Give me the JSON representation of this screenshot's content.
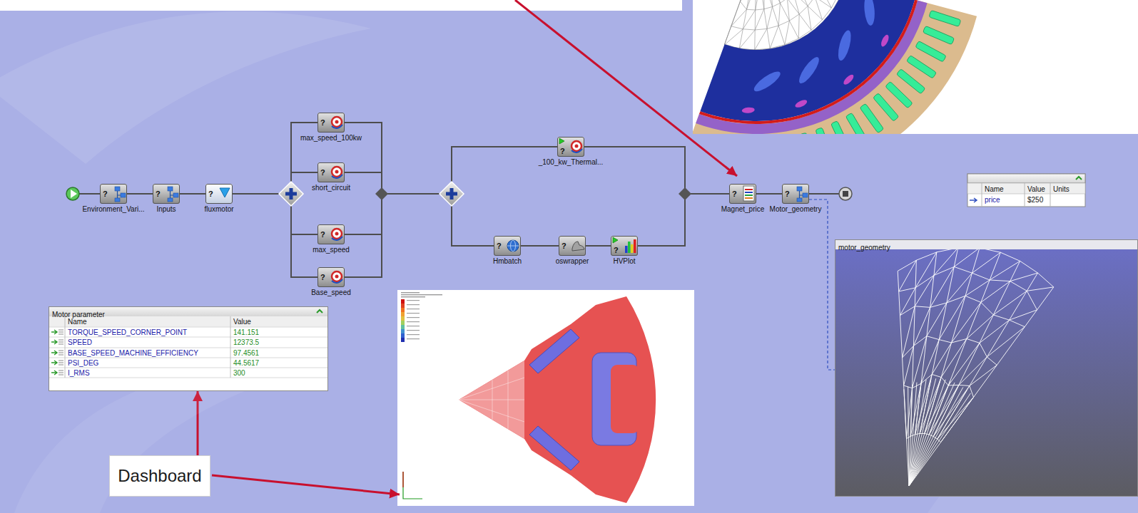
{
  "diagram": {
    "nodes": [
      {
        "text": [
          "?",
          "Environment_Vari..."
        ]
      },
      {
        "text": [
          "?",
          "Inputs"
        ]
      },
      {
        "text": [
          "?",
          "fluxmotor"
        ]
      },
      {
        "text": [
          "?",
          "max_speed_100kw"
        ]
      },
      {
        "text": [
          "?",
          "short_circuit"
        ]
      },
      {
        "text": [
          "?",
          "max_speed"
        ]
      },
      {
        "text": [
          "?",
          "Base_speed"
        ]
      },
      {
        "text": [
          "?",
          "_100_kw_Thermal..."
        ]
      },
      {
        "text": [
          "?",
          "Hmbatch"
        ]
      },
      {
        "text": [
          "?",
          "oswrapper"
        ]
      },
      {
        "text": [
          "?",
          "HVPlot"
        ]
      },
      {
        "text": [
          "?",
          "Magnet_price"
        ]
      },
      {
        "text": [
          "?",
          "Motor_geometry"
        ]
      },
      {
        "text": [
          "Motor parameter"
        ]
      },
      {
        "text": [
          "motor_geometry"
        ]
      },
      {
        "text": [
          "Dashboard"
        ]
      }
    ],
    "edges": [
      {
        "from": 0,
        "to": 1,
        "arrow": "none"
      },
      {
        "from": 1,
        "to": 2,
        "arrow": "none"
      },
      {
        "from": 2,
        "to": 3,
        "arrow": "none"
      },
      {
        "from": 2,
        "to": 4,
        "arrow": "none"
      },
      {
        "from": 2,
        "to": 5,
        "arrow": "none"
      },
      {
        "from": 2,
        "to": 6,
        "arrow": "none"
      },
      {
        "from": 3,
        "to": 7,
        "arrow": "none"
      },
      {
        "from": 4,
        "to": 7,
        "arrow": "none"
      },
      {
        "from": 5,
        "to": 7,
        "arrow": "none"
      },
      {
        "from": 6,
        "to": 7,
        "arrow": "none"
      },
      {
        "from": 3,
        "to": 8,
        "arrow": "none"
      },
      {
        "from": 4,
        "to": 8,
        "arrow": "none"
      },
      {
        "from": 5,
        "to": 8,
        "arrow": "none"
      },
      {
        "from": 6,
        "to": 8,
        "arrow": "none"
      },
      {
        "from": 8,
        "to": 9,
        "arrow": "none"
      },
      {
        "from": 9,
        "to": 10,
        "arrow": "none"
      },
      {
        "from": 7,
        "to": 11,
        "arrow": "none"
      },
      {
        "from": 10,
        "to": 11,
        "arrow": "none"
      },
      {
        "from": 11,
        "to": 12,
        "arrow": "none"
      },
      {
        "from": 12,
        "to": 14,
        "arrow": "none"
      },
      {
        "from": 15,
        "to": 13,
        "arrow": "to"
      }
    ],
    "labels": [
      "Name",
      "Value",
      "TORQUE_SPEED_CORNER_POINT",
      "141.151",
      "SPEED",
      "12373.5",
      "BASE_SPEED_MACHINE_EFFICIENCY",
      "97.4561",
      "PSI_DEG",
      "44.5617",
      "I_RMS",
      "300",
      "Name",
      "Value",
      "Units",
      "price",
      "$250"
    ]
  }
}
